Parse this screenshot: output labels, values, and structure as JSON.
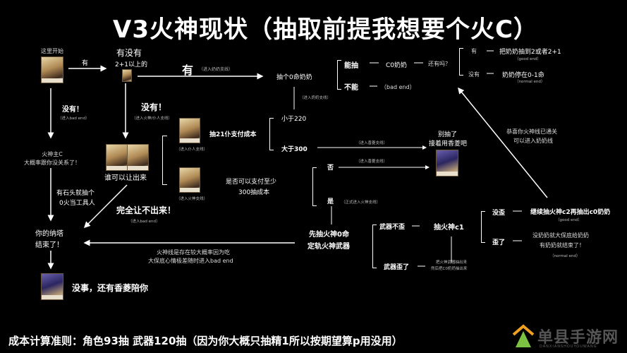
{
  "title": "V3火神现状（抽取前提我想要个火C）",
  "start": {
    "label": "这里开始",
    "edge_yes": "有"
  },
  "check_nahida": {
    "line1": "有没有",
    "line2": "2+1以上的",
    "edge_yes": "有",
    "edge_yes_note": "（进入奶奶支线）"
  },
  "no_bad_end": {
    "label": "没有！",
    "note": "（进入bad end）"
  },
  "no_branch": {
    "label": "没有！",
    "note": "（进入火神/仆人支线）"
  },
  "hushen_main_c": {
    "line1": "火神主C",
    "line2": "大概率跟你没关系了！"
  },
  "stone_tool": {
    "line1": "有石头就抽个",
    "line2": "0火当工具人"
  },
  "who_yield": {
    "label": "谁可以让出来"
  },
  "yield_none": {
    "label": "完全让不出来！",
    "note": "（进入bad end）"
  },
  "nata_end": {
    "line1": "你的纳塔",
    "line2": "结束了！"
  },
  "xiangling_end": {
    "label": "没事，还有香菱陪你"
  },
  "pull_c0_nahida": {
    "label": "抽个0命奶奶",
    "can": "能抽",
    "c0": "C0奶奶",
    "more": "还有吗？",
    "cannot": "不能",
    "cannot_note": "（bad end）",
    "note": "（进入奶奶支线）"
  },
  "nahida_more": {
    "yes": "有",
    "yes_result": "把奶奶抽到2或者2+1",
    "yes_note": "（good end）",
    "no": "没有",
    "no_result": "奶奶停在0-1命",
    "no_note": "（normal end）"
  },
  "servant_branch": {
    "avatar_note": "（进入仆人支线）",
    "label": "抽21仆支付成本",
    "less": "小于220",
    "more": "大于300",
    "more_note": "（进入香菱支线）"
  },
  "hushen_branch": {
    "avatar_note": "（进入火神支线）",
    "line1": "是否可以支付至少",
    "line2": "300抽成本",
    "no": "否",
    "no_note": "（进入香菱支线）",
    "yes": "是",
    "yes_note": "（正式进入火神支线）"
  },
  "stop_pulling": {
    "line1": "别抽了",
    "line2": "接着用香菱吧"
  },
  "cleared": {
    "line1": "恭喜你火神线已通关",
    "line2": "可以进入奶奶线"
  },
  "weapon_path": {
    "line1": "先抽火神0命",
    "line2": "定轨火神武器",
    "no_crooked": "武器不歪",
    "crooked": "武器歪了",
    "c1": "抽火神c1",
    "crooked_result1": "把火神武器抽出来",
    "crooked_result2": "然后把C0奶奶抽出来"
  },
  "c1_result": {
    "ok": "没歪",
    "ok_result": "继续抽火神c2再抽出c0奶奶",
    "ok_note": "（good end）",
    "bad": "歪了",
    "bad_result1": "没奶奶就大保底给奶奶",
    "bad_result2": "有奶奶就结束了！",
    "bad_note": "（normal end）"
  },
  "risk_note": {
    "line1": "火神线是存在较大概率因为吃",
    "line2": "大保底心情极差随时进入bad end"
  },
  "footer": "成本计算准则：角色93抽  武器120抽（因为你大概只抽精1所以按期望算p用没用）",
  "watermark": {
    "name": "单县手游网",
    "sub": "DANXIANSHOUYOUWANG",
    "colors": {
      "arrow_orange": "#f0a020",
      "arrow_green": "#7cc242",
      "text": "#555555"
    }
  },
  "colors": {
    "background": "#000000",
    "foreground": "#ffffff"
  }
}
